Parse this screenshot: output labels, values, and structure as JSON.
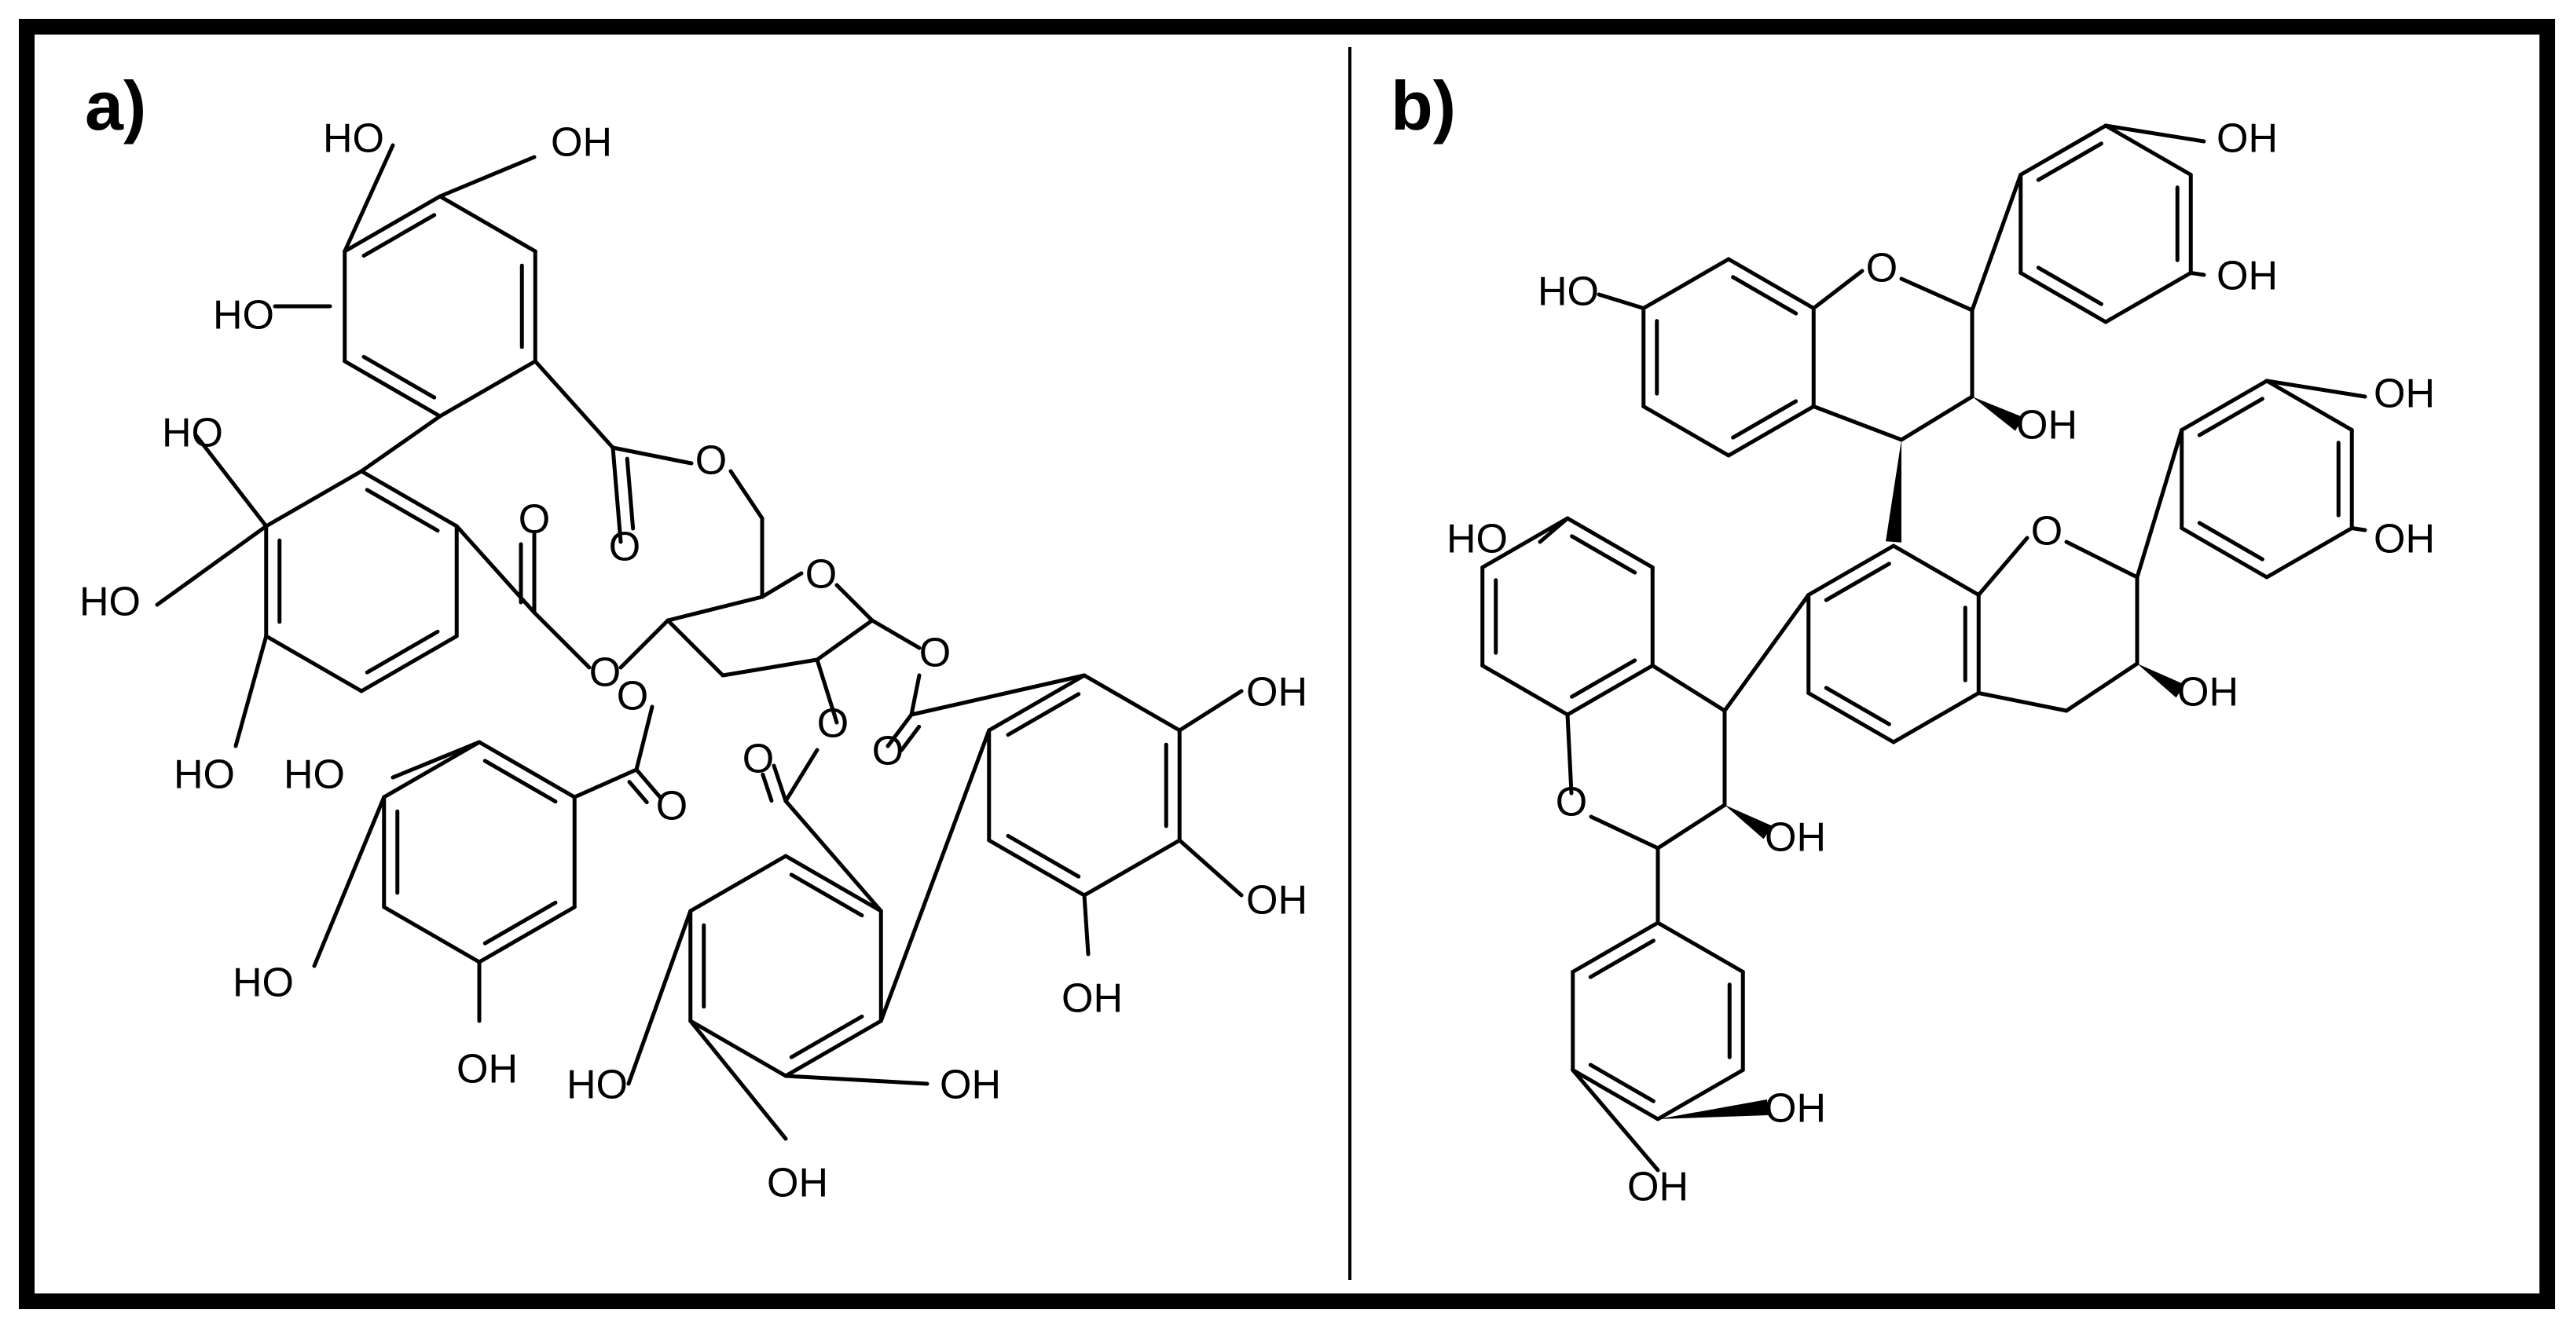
{
  "panels": {
    "a": {
      "label": "a)"
    },
    "b": {
      "label": "b)"
    }
  },
  "atoms": {
    "hydroxyl": "OH",
    "hydroxyl_left": "HO",
    "oxygen": "O"
  },
  "colors": {
    "ink": "#000000",
    "background": "#ffffff"
  }
}
